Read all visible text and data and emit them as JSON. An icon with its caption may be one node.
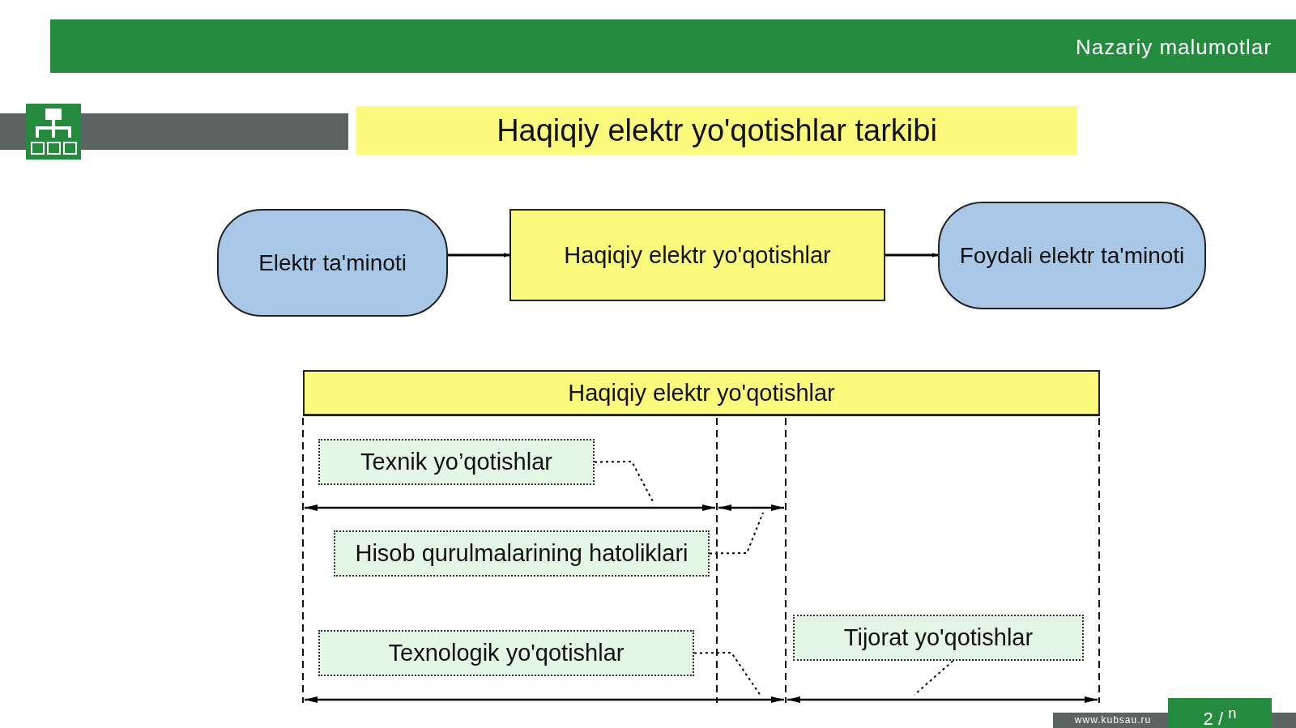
{
  "diagram": {
    "title": "Haqiqiy elektr yo'qotishlar tarkibi",
    "nodes": [
      {
        "text": [
          "Elektr ta'minoti"
        ]
      },
      {
        "text": [
          "Haqiqiy elektr yo'qotishlar"
        ]
      },
      {
        "text": [
          "Foydali elektr ta'minoti"
        ]
      },
      {
        "text": [
          "Haqiqiy elektr yo'qotishlar"
        ]
      },
      {
        "text": [
          "Texnik yo’qotishlar"
        ]
      },
      {
        "text": [
          "Hisob qurulmalarining hatoliklari"
        ]
      },
      {
        "text": [
          "Texnologik yo'qotishlar"
        ]
      },
      {
        "text": [
          "Tijorat yo'qotishlar"
        ]
      },
      {
        "text": [],
        "shape": "line"
      },
      {
        "text": [],
        "shape": "line"
      },
      {
        "text": [],
        "shape": "line"
      },
      {
        "text": [],
        "shape": "line"
      }
    ],
    "edges": [
      {
        "from": 0,
        "to": 1,
        "arrow": "to"
      },
      {
        "from": 1,
        "to": 2,
        "arrow": "to"
      },
      {
        "from": 4,
        "to": 8,
        "arrow": "none",
        "style": "dashed"
      },
      {
        "from": 5,
        "to": 9,
        "arrow": "none",
        "style": "dashed"
      },
      {
        "from": 6,
        "to": 10,
        "arrow": "none",
        "style": "dashed"
      },
      {
        "from": 7,
        "to": 11,
        "arrow": "none",
        "style": "dashed"
      }
    ],
    "labels": [
      "Nazariy malumotlar",
      "www.kubsau.ru",
      "2 / $^{n}$"
    ]
  }
}
